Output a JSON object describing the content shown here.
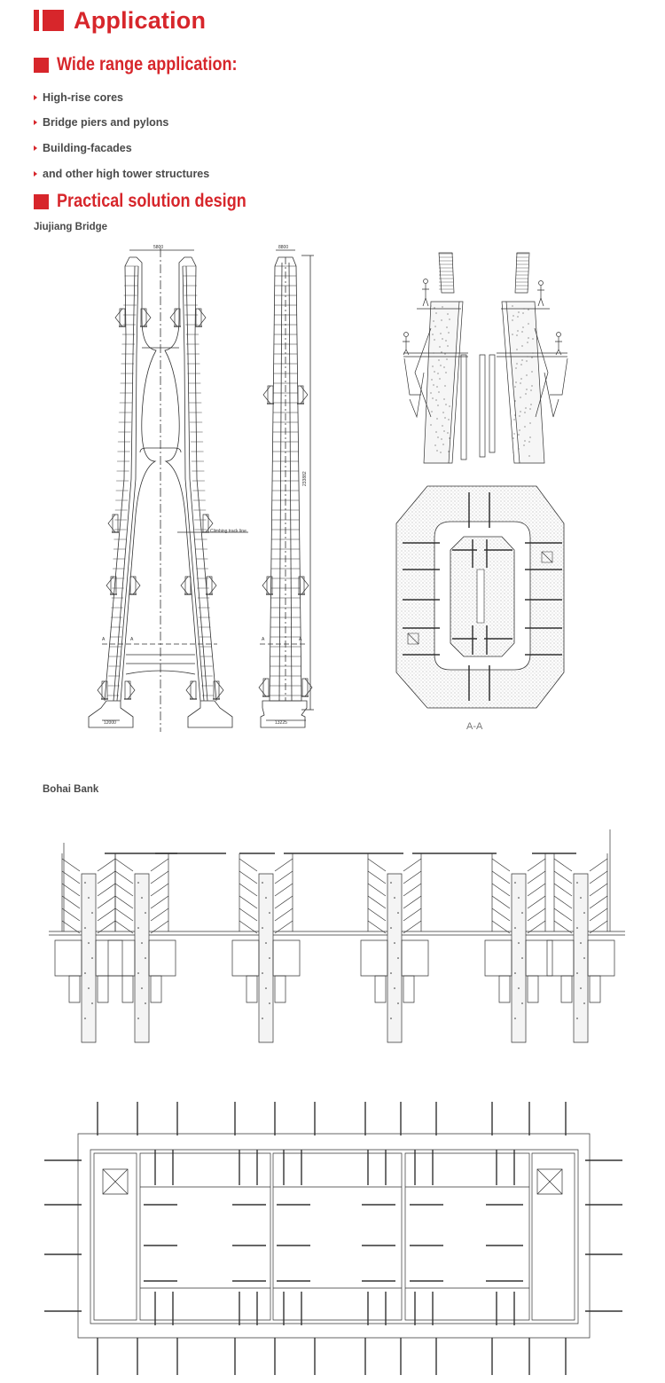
{
  "heading": "Application",
  "wide_range": {
    "title": "Wide range application:",
    "items": [
      "High-rise cores",
      "Bridge piers and pylons",
      "Building-facades",
      "and other high tower structures"
    ]
  },
  "practical": {
    "title": "Practical solution design"
  },
  "jiujiang": {
    "caption": "Jiujiang Bridge",
    "dim_top_front": "5800",
    "dim_top_side": "8800",
    "dim_height": "233882",
    "climbing_label": "Climbing track line",
    "section_marker": "A",
    "dim_base_front": "12000",
    "dim_base_side": "13225",
    "section_label": "A-A"
  },
  "bohai": {
    "caption": "Bohai Bank"
  },
  "colors": {
    "accent": "#d7262b",
    "line": "#333333"
  }
}
